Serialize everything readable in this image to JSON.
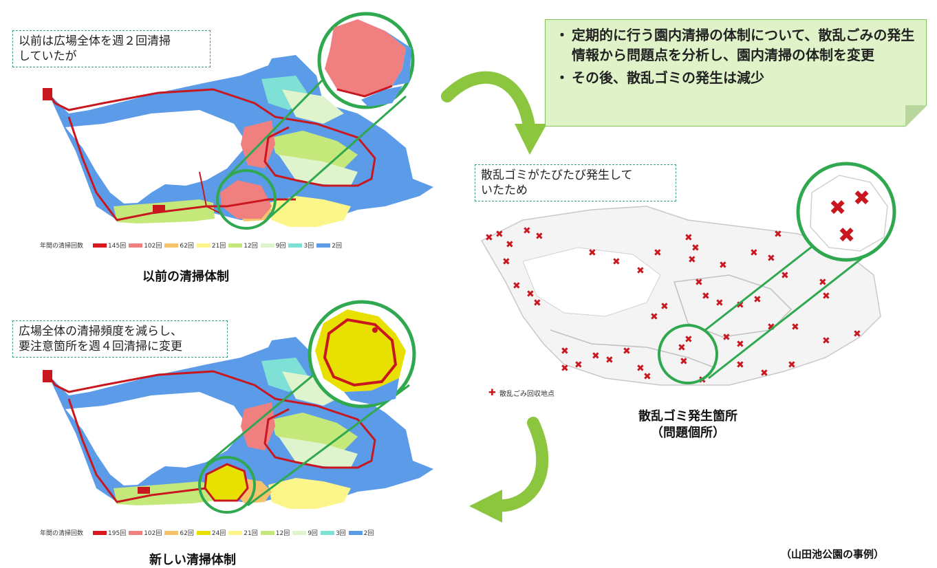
{
  "top_note": "以前は広場全体を週２回清掃\nしていたが",
  "top_caption": "以前の清掃体制",
  "top_legend": {
    "title": "年間の清掃回数",
    "items": [
      {
        "label": "145回",
        "color": "#d9171e"
      },
      {
        "label": "102回",
        "color": "#f08080"
      },
      {
        "label": "62回",
        "color": "#f6c36b"
      },
      {
        "label": "21回",
        "color": "#fbf58a"
      },
      {
        "label": "12回",
        "color": "#c5e87a"
      },
      {
        "label": "9回",
        "color": "#dff4cc"
      },
      {
        "label": "3回",
        "color": "#7fe0d6"
      },
      {
        "label": "2回",
        "color": "#5b9be8"
      }
    ]
  },
  "bottom_note": "広場全体の清掃頻度を減らし、\n要注意箇所を週４回清掃に変更",
  "bottom_caption": "新しい清掃体制",
  "bottom_legend": {
    "title": "年間の清掃回数",
    "items": [
      {
        "label": "195回",
        "color": "#d9171e"
      },
      {
        "label": "102回",
        "color": "#f08080"
      },
      {
        "label": "62回",
        "color": "#f6c36b"
      },
      {
        "label": "24回",
        "color": "#e7e000"
      },
      {
        "label": "21回",
        "color": "#fbf58a"
      },
      {
        "label": "12回",
        "color": "#c5e87a"
      },
      {
        "label": "9回",
        "color": "#dff4cc"
      },
      {
        "label": "3回",
        "color": "#7fe0d6"
      },
      {
        "label": "2回",
        "color": "#5b9be8"
      }
    ]
  },
  "summary": {
    "items": [
      {
        "bullet": "・",
        "text": "定期的に行う園内清掃の体制について、散乱ごみの発生情報から問題点を分析し、園内清掃の体制を変更"
      },
      {
        "bullet": "・",
        "text": "その後、散乱ゴミの発生は減少"
      }
    ]
  },
  "right_note": "散乱ゴミがたびたび発生して\nいたため",
  "right_legend": "散乱ごみ回収地点",
  "right_caption": "散乱ゴミ発生箇所\n（問題個所）",
  "source": "（山田池公園の事例）",
  "colors": {
    "route": "#c8171e",
    "lens": "#2fa84f",
    "arrow": "#8cc63f",
    "water": "#5b9be8"
  }
}
